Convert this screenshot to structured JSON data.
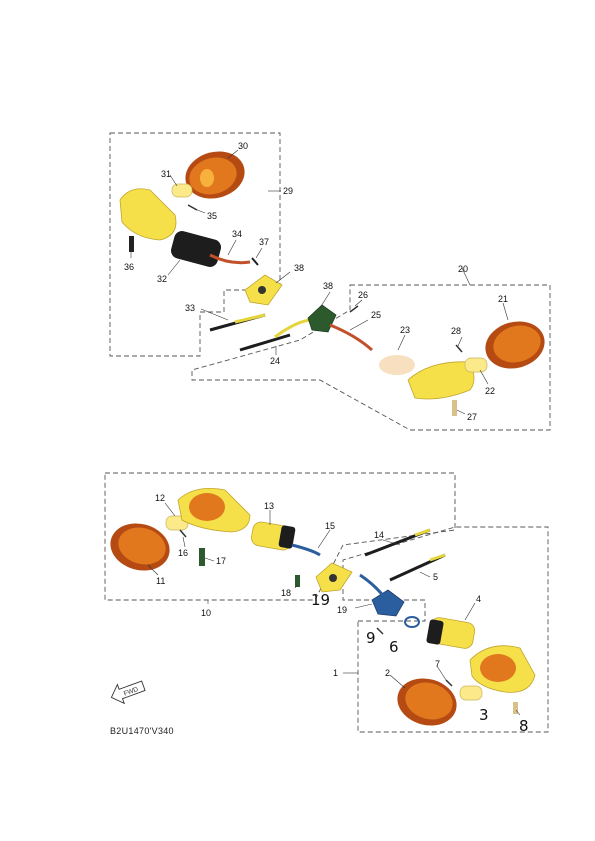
{
  "diagram": {
    "reference_code": "B2U1470'V340",
    "fwd_label": "FWD",
    "colors": {
      "lens_orange": "#e2781e",
      "lens_dark": "#b54a12",
      "housing_yellow": "#f5e04a",
      "bulb": "#fbe98a",
      "gasket_black": "#1d1d1d",
      "wire_blue": "#2b5e9e",
      "wire_red": "#c2502a",
      "outline": "#333333"
    },
    "callouts": {
      "c1": "1",
      "c2": "2",
      "c3": "3",
      "c4": "4",
      "c5": "5",
      "c6": "6",
      "c7": "7",
      "c8": "8",
      "c9": "9",
      "c10": "10",
      "c11": "11",
      "c12": "12",
      "c13": "13",
      "c14": "14",
      "c15": "15",
      "c16": "16",
      "c17": "17",
      "c18": "18",
      "c19": "19",
      "c19b": "19",
      "c20": "20",
      "c21": "21",
      "c22": "22",
      "c23": "23",
      "c24": "24",
      "c25": "25",
      "c26": "26",
      "c27": "27",
      "c28": "28",
      "c29": "29",
      "c30": "30",
      "c31": "31",
      "c32": "32",
      "c33": "33",
      "c34": "34",
      "c35": "35",
      "c36": "36",
      "c37": "37",
      "c38a": "38",
      "c38b": "38"
    }
  }
}
